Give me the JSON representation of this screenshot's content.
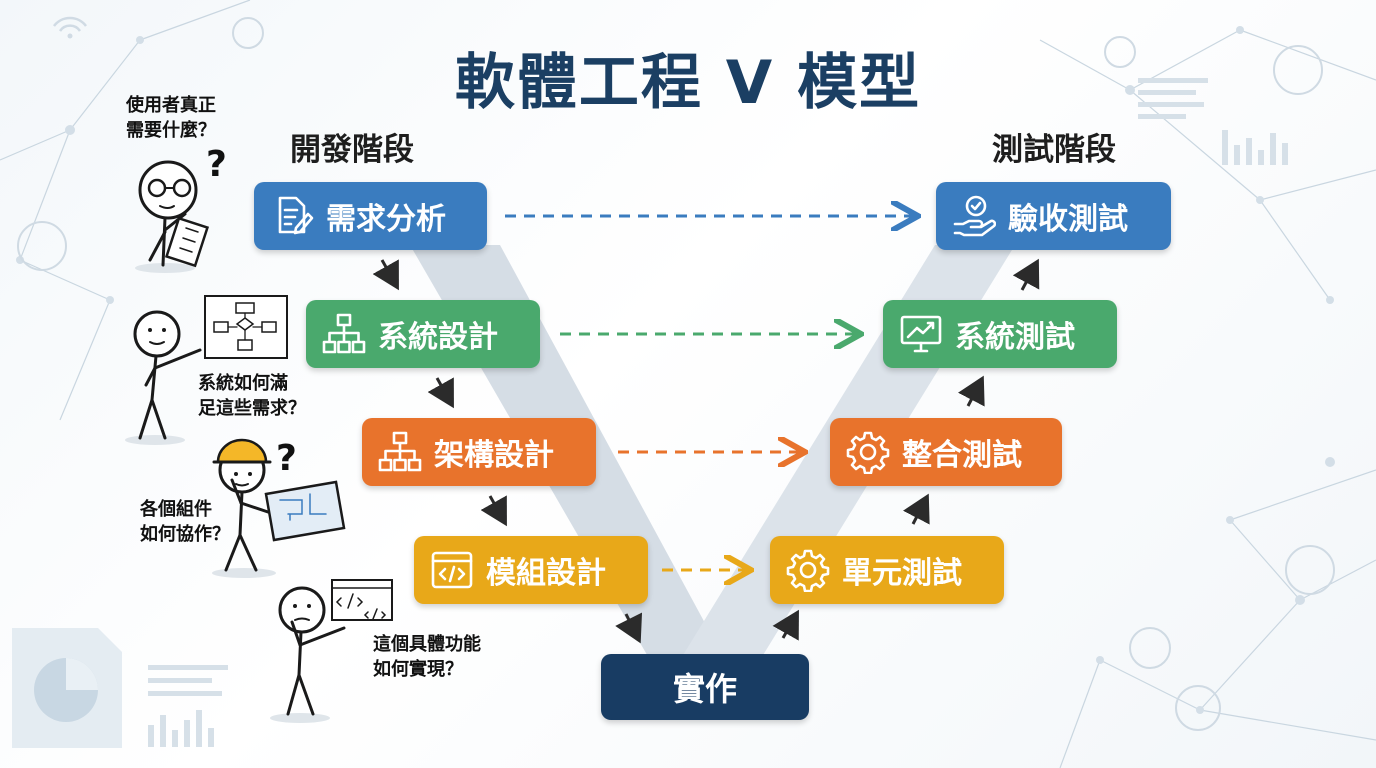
{
  "title": "軟體工程 V 模型",
  "phases": {
    "development": "開發階段",
    "testing": "測試階段"
  },
  "stages": {
    "requirements": "需求分析",
    "system_design": "系統設計",
    "architecture_design": "架構設計",
    "module_design": "模組設計",
    "implementation": "實作",
    "unit_testing": "單元測試",
    "integration_testing": "整合測試",
    "system_testing": "系統測試",
    "acceptance_testing": "驗收測試"
  },
  "questions": {
    "q1": [
      "使用者真正",
      "需要什麼？"
    ],
    "q2": [
      "系統如何滿",
      "足這些需求？"
    ],
    "q3": [
      "各個組件",
      "如何協作？"
    ],
    "q4": [
      "這個具體功能",
      "如何實現？"
    ]
  },
  "colors": {
    "title": "#1b3f63",
    "requirements_row": "#3a7cbf",
    "system_row": "#4aa96d",
    "architecture_row": "#e8732c",
    "module_row": "#e8a819",
    "implementation": "#183c63"
  },
  "icons": {
    "requirements": "document-pencil-icon",
    "system_design": "hierarchy-icon",
    "architecture_design": "hierarchy-icon",
    "module_design": "code-window-icon",
    "unit_testing": "gear-icon",
    "integration_testing": "gear-icon",
    "system_testing": "monitor-chart-icon",
    "acceptance_testing": "hand-check-icon"
  }
}
